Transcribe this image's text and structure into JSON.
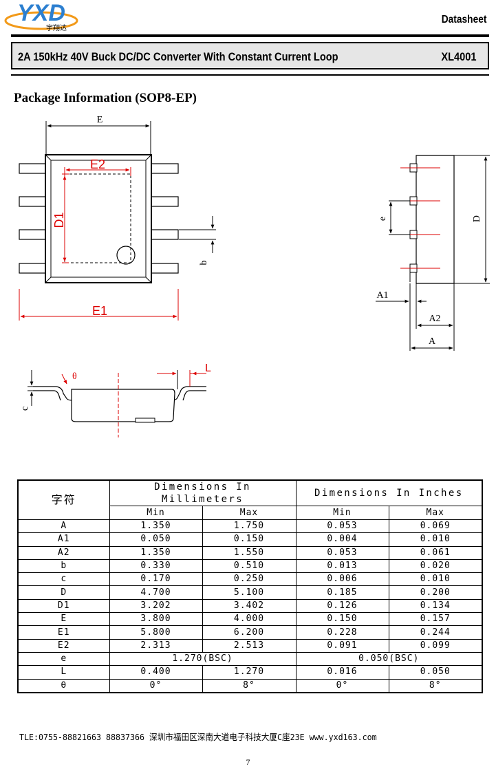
{
  "header": {
    "logo_text": "YXD",
    "logo_cn": "宇翔达",
    "doc_type": "Datasheet",
    "title": "2A 150kHz 40V Buck DC/DC Converter With Constant Current Loop",
    "part_number": "XL4001"
  },
  "section": {
    "title": "Package Information (SOP8-EP)"
  },
  "diagram_labels": {
    "E": "E",
    "E1": "E1",
    "E2": "E2",
    "D1": "D1",
    "b": "b",
    "D": "D",
    "e": "e",
    "A": "A",
    "A1": "A1",
    "A2": "A2",
    "L": "L",
    "c": "c",
    "theta": "θ"
  },
  "table": {
    "symbol_header": "字符",
    "mm_header": "Dimensions In Millimeters",
    "in_header": "Dimensions In Inches",
    "min_label": "Min",
    "max_label": "Max",
    "rows": [
      {
        "sym": "A",
        "mm_min": "1.350",
        "mm_max": "1.750",
        "in_min": "0.053",
        "in_max": "0.069"
      },
      {
        "sym": "A1",
        "mm_min": "0.050",
        "mm_max": "0.150",
        "in_min": "0.004",
        "in_max": "0.010"
      },
      {
        "sym": "A2",
        "mm_min": "1.350",
        "mm_max": "1.550",
        "in_min": "0.053",
        "in_max": "0.061"
      },
      {
        "sym": "b",
        "mm_min": "0.330",
        "mm_max": "0.510",
        "in_min": "0.013",
        "in_max": "0.020"
      },
      {
        "sym": "c",
        "mm_min": "0.170",
        "mm_max": "0.250",
        "in_min": "0.006",
        "in_max": "0.010"
      },
      {
        "sym": "D",
        "mm_min": "4.700",
        "mm_max": "5.100",
        "in_min": "0.185",
        "in_max": "0.200"
      },
      {
        "sym": "D1",
        "mm_min": "3.202",
        "mm_max": "3.402",
        "in_min": "0.126",
        "in_max": "0.134"
      },
      {
        "sym": "E",
        "mm_min": "3.800",
        "mm_max": "4.000",
        "in_min": "0.150",
        "in_max": "0.157"
      },
      {
        "sym": "E1",
        "mm_min": "5.800",
        "mm_max": "6.200",
        "in_min": "0.228",
        "in_max": "0.244"
      },
      {
        "sym": "E2",
        "mm_min": "2.313",
        "mm_max": "2.513",
        "in_min": "0.091",
        "in_max": "0.099"
      },
      {
        "sym": "e",
        "mm_span": "1.270(BSC)",
        "in_span": "0.050(BSC)"
      },
      {
        "sym": "L",
        "mm_min": "0.400",
        "mm_max": "1.270",
        "in_min": "0.016",
        "in_max": "0.050"
      },
      {
        "sym": "θ",
        "mm_min": "0°",
        "mm_max": "8°",
        "in_min": "0°",
        "in_max": "8°"
      }
    ]
  },
  "footer": {
    "contact": "TLE:0755-88821663   88837366    深圳市福田区深南大道电子科技大厦C座23E    www.yxd163.com",
    "page": "7"
  }
}
